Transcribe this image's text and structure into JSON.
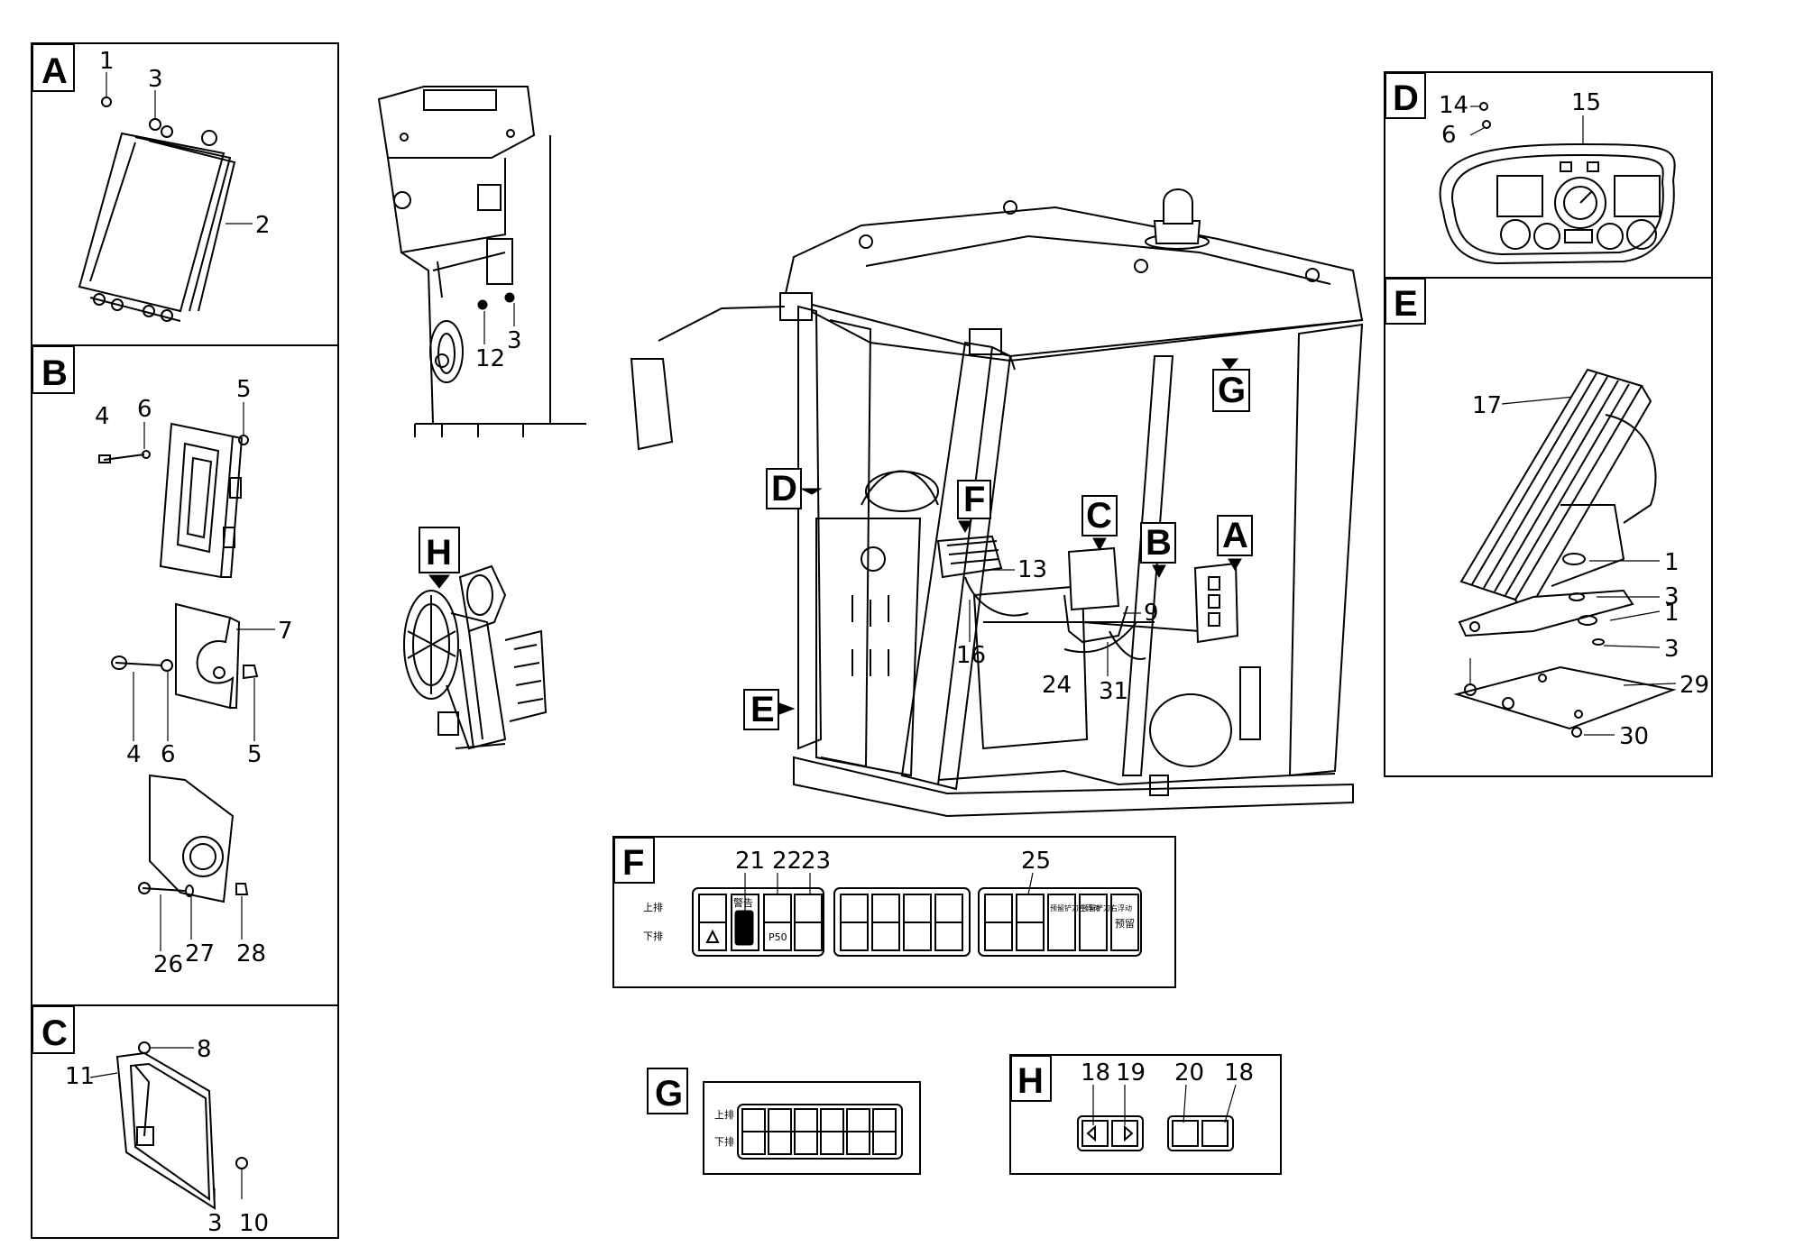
{
  "panels": {
    "A": {
      "tag": "A",
      "labels": [
        "1",
        "3",
        "2"
      ]
    },
    "B": {
      "tag": "B",
      "labels": [
        "4",
        "6",
        "5",
        "7",
        "4",
        "6",
        "5",
        "26",
        "27",
        "28"
      ]
    },
    "C": {
      "tag": "C",
      "labels": [
        "8",
        "11",
        "3",
        "10"
      ]
    },
    "D": {
      "tag": "D",
      "labels": [
        "14",
        "6",
        "15"
      ]
    },
    "E": {
      "tag": "E",
      "labels": [
        "17",
        "1",
        "3",
        "1",
        "3",
        "29",
        "30"
      ]
    },
    "F": {
      "tag": "F",
      "labels": [
        "21",
        "22",
        "23",
        "25"
      ],
      "row_labels": [
        "上排",
        "下排"
      ],
      "switch_texts": [
        "警告",
        "P50",
        "预留铲刀左浮动",
        "预留铲刀右浮动",
        "预留"
      ]
    },
    "G": {
      "tag": "G",
      "row_labels": [
        "上排",
        "下排"
      ]
    },
    "H": {
      "tag": "H",
      "labels": [
        "18",
        "19",
        "20",
        "18"
      ]
    }
  },
  "column": {
    "labels": [
      "12",
      "3"
    ]
  },
  "cab": {
    "callouts": [
      "D",
      "F",
      "C",
      "B",
      "A",
      "G",
      "E"
    ],
    "labels": [
      "13",
      "9",
      "16",
      "24",
      "31"
    ]
  },
  "column_h": {
    "tag": "H"
  }
}
